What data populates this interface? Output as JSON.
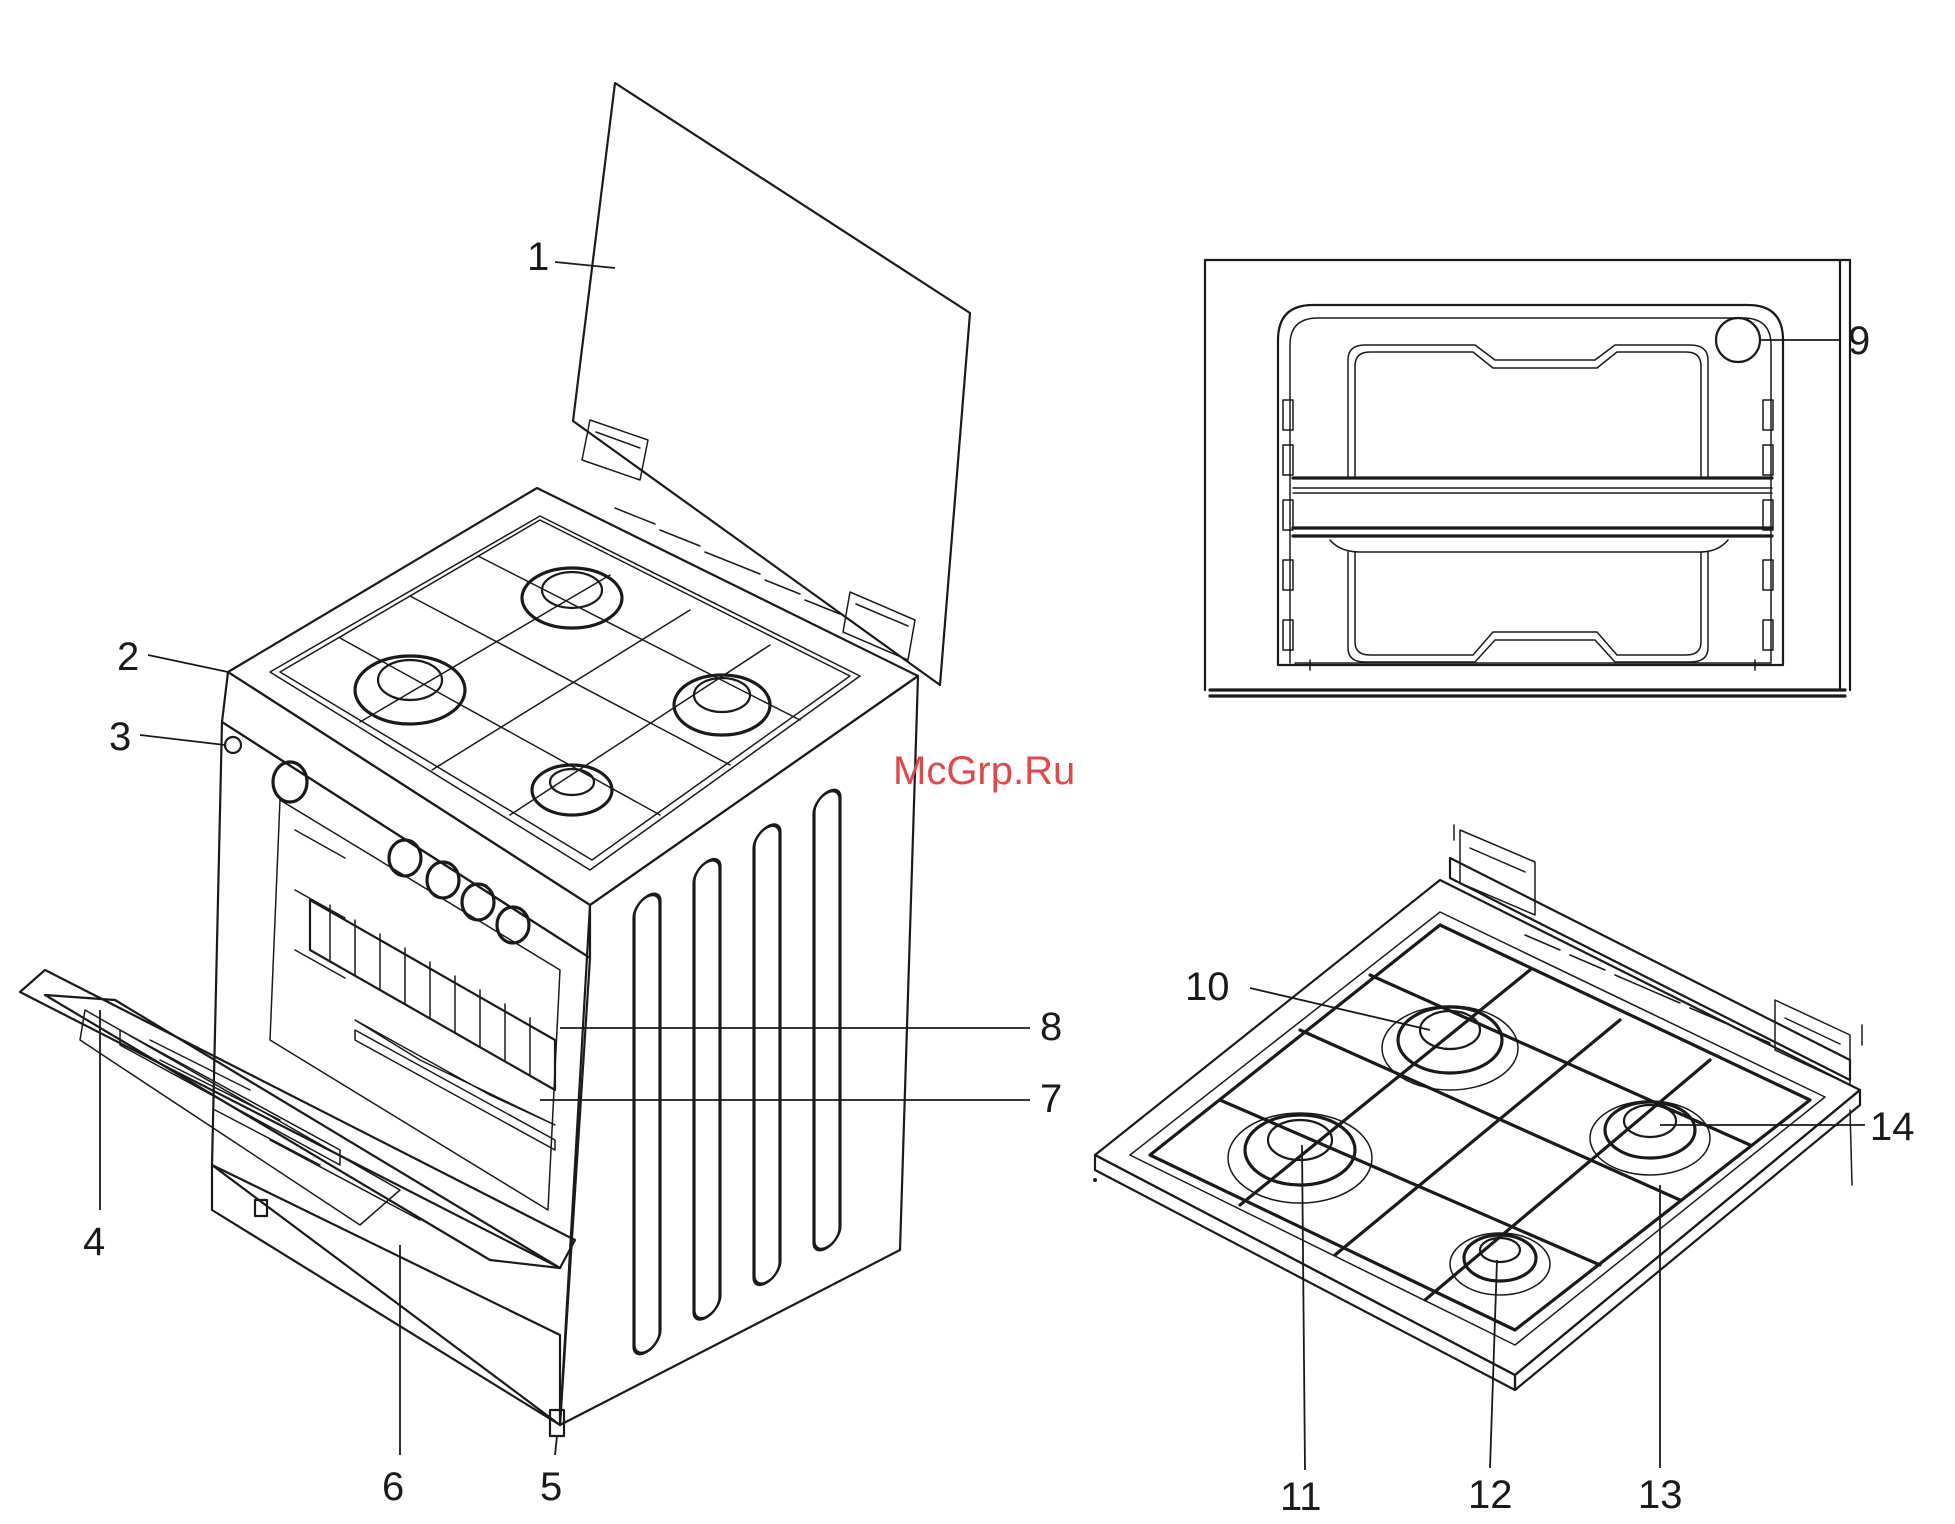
{
  "watermark": {
    "text": "McGrp.Ru",
    "color": "#e0484a"
  },
  "callouts": [
    {
      "id": "1",
      "label": "1"
    },
    {
      "id": "2",
      "label": "2"
    },
    {
      "id": "3",
      "label": "3"
    },
    {
      "id": "4",
      "label": "4"
    },
    {
      "id": "5",
      "label": "5"
    },
    {
      "id": "6",
      "label": "6"
    },
    {
      "id": "7",
      "label": "7"
    },
    {
      "id": "8",
      "label": "8"
    },
    {
      "id": "9",
      "label": "9"
    },
    {
      "id": "10",
      "label": "10"
    },
    {
      "id": "11",
      "label": "11"
    },
    {
      "id": "12",
      "label": "12"
    },
    {
      "id": "13",
      "label": "13"
    },
    {
      "id": "14",
      "label": "14"
    }
  ],
  "colors": {
    "line": "#1a1a1a",
    "background": "#ffffff"
  }
}
